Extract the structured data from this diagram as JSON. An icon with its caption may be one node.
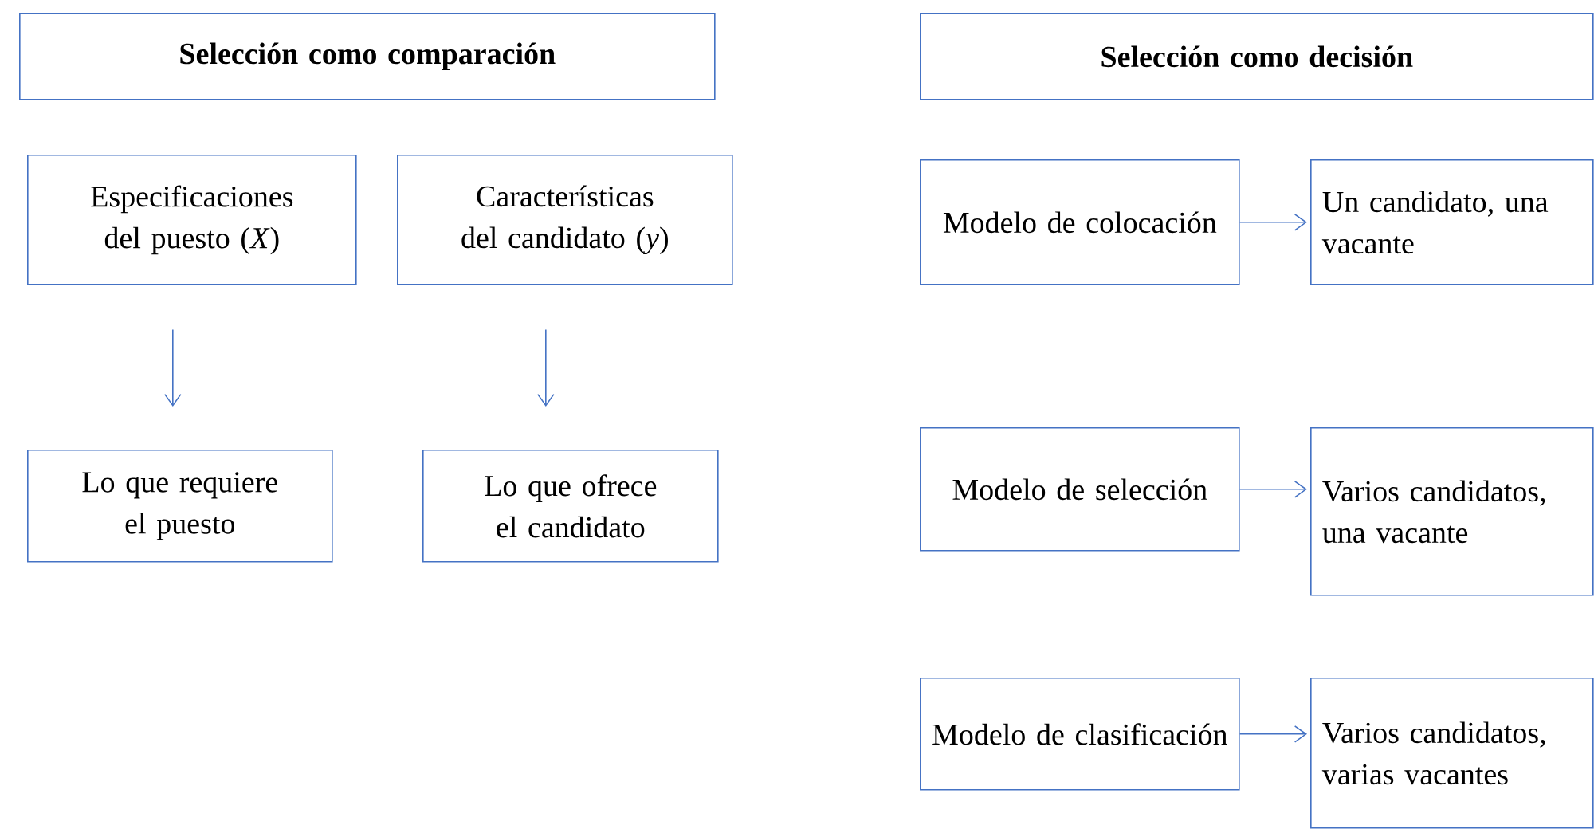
{
  "diagram": {
    "nodes": [
      {
        "text": [
          "Selección como comparación"
        ]
      },
      {
        "text": [
          "Selección como decisión"
        ]
      },
      {
        "text": [
          "Especificaciones del puesto (*X*)"
        ]
      },
      {
        "text": [
          "Características del candidato (*y*)"
        ]
      },
      {
        "text": [
          "Lo que requiere el puesto"
        ]
      },
      {
        "text": [
          "Lo que ofrece el candidato"
        ]
      },
      {
        "text": [
          "Modelo de colocación"
        ]
      },
      {
        "text": [
          "Un candidato, una vacante"
        ]
      },
      {
        "text": [
          "Modelo de selección"
        ]
      },
      {
        "text": [
          "Varios candidatos, una vacante"
        ]
      },
      {
        "text": [
          "Modelo de clasificación"
        ]
      },
      {
        "text": [
          "Varios candidatos, varias vacantes"
        ]
      }
    ],
    "edges": [
      {
        "from": 2,
        "to": 4,
        "arrow": "to"
      },
      {
        "from": 3,
        "to": 5,
        "arrow": "to"
      },
      {
        "from": 6,
        "to": 7,
        "arrow": "to"
      },
      {
        "from": 8,
        "to": 9,
        "arrow": "to"
      },
      {
        "from": 10,
        "to": 11,
        "arrow": "to"
      }
    ]
  }
}
